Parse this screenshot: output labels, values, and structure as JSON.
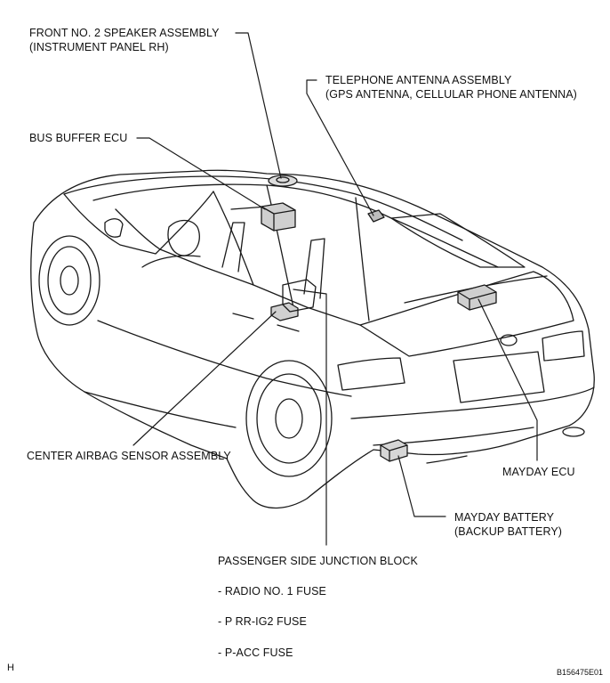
{
  "labels": {
    "front_speaker_l1": "FRONT NO. 2 SPEAKER ASSEMBLY",
    "front_speaker_l2": "(INSTRUMENT PANEL RH)",
    "tel_antenna_l1": "TELEPHONE ANTENNA ASSEMBLY",
    "tel_antenna_l2": "(GPS ANTENNA, CELLULAR PHONE ANTENNA)",
    "bus_buffer": "BUS BUFFER ECU",
    "airbag_sensor": "CENTER AIRBAG SENSOR ASSEMBLY",
    "mayday_ecu": "MAYDAY ECU",
    "mayday_battery_l1": "MAYDAY BATTERY",
    "mayday_battery_l2": "(BACKUP BATTERY)",
    "junction_block": "PASSENGER SIDE JUNCTION BLOCK",
    "fuse_1": "- RADIO NO. 1 FUSE",
    "fuse_2": "- P RR-IG2 FUSE",
    "fuse_3": "- P-ACC FUSE"
  },
  "corner": {
    "left_code": "H",
    "figure_id": "B156475E01"
  }
}
